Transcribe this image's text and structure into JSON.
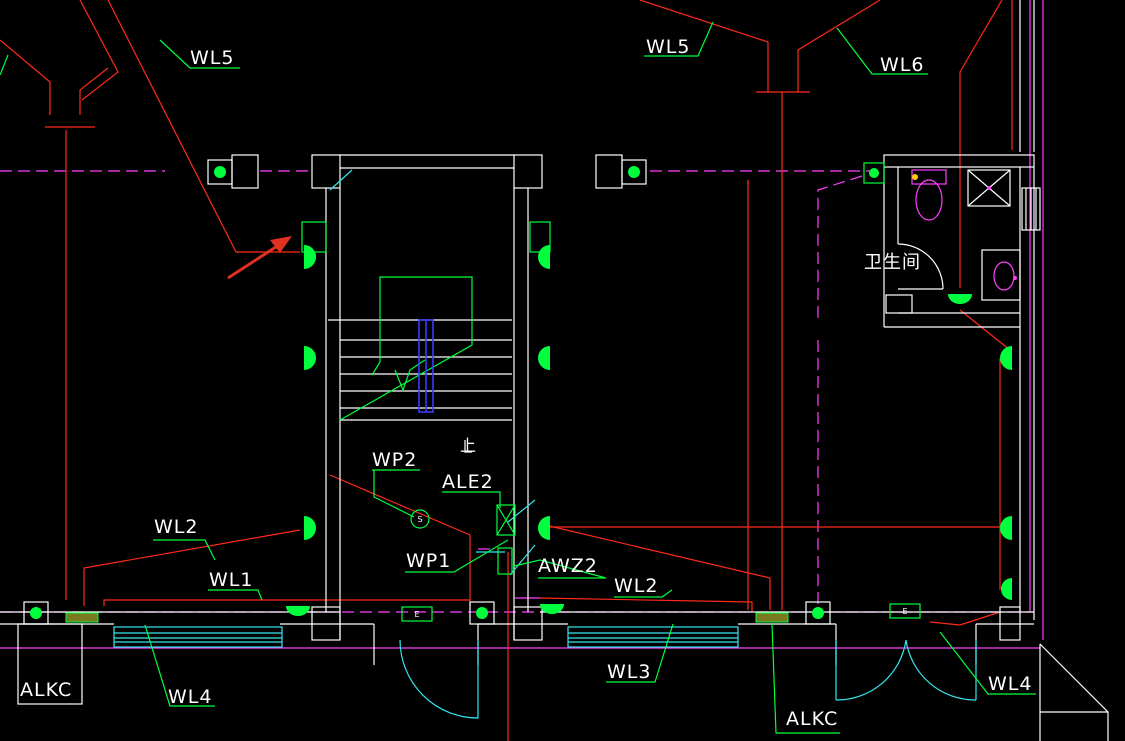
{
  "labels": {
    "wl5_left": "WL5",
    "wl5_mid": "WL5",
    "wl6": "WL6",
    "toilet": "卫生间",
    "up": "上",
    "wp2": "WP2",
    "ale2": "ALE2",
    "wl2_left": "WL2",
    "wp1": "WP1",
    "awz2": "AWZ2",
    "wl1": "WL1",
    "wl2_right": "WL2",
    "alkc_left": "ALKC",
    "wl4_left": "WL4",
    "wl3": "WL3",
    "alkc_right": "ALKC",
    "wl4_right": "WL4",
    "exit1": "E",
    "exit2": "E",
    "switch_s": "S"
  },
  "colors": {
    "background": "#000000",
    "wall": "#ffffff",
    "wiring": "#ff2a1a",
    "leader": "#00ff3c",
    "door": "#34e6f0",
    "grid_dashed": "#ff40ff",
    "annotation_arrow": "#e03020"
  }
}
